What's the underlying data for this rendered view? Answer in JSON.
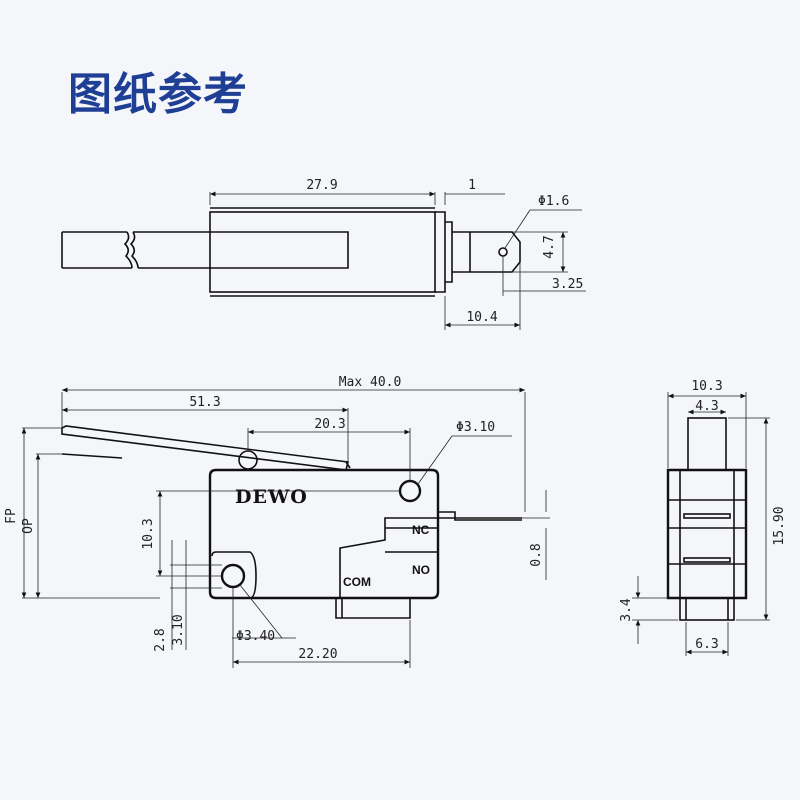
{
  "title": "图纸参考",
  "brand": "DEWO",
  "terminals": {
    "nc": "NC",
    "no": "NO",
    "com": "COM"
  },
  "top_view": {
    "dim_body_length": "27.9",
    "dim_gap": "1",
    "dim_hole_dia": "Φ1.6",
    "dim_tab_height": "4.7",
    "dim_tab_offset": "3.25",
    "dim_tab_length": "10.4"
  },
  "side_view": {
    "dim_max_length": "Max 40.0",
    "dim_lever_length": "51.3",
    "dim_hole_spacing_top": "20.3",
    "dim_top_hole_dia": "Φ3.10",
    "dim_vertical_hole": "10.3",
    "dim_fp": "FP",
    "dim_op": "OP",
    "dim_plunger": "0.8",
    "dim_28": "2.8",
    "dim_310": "3.10",
    "dim_bottom_hole_dia": "Φ3.40",
    "dim_hole_spacing_bottom": "22.20"
  },
  "end_view": {
    "dim_width": "10.3",
    "dim_plunger_width": "4.3",
    "dim_height": "15.90",
    "dim_terminal_height": "3.4",
    "dim_terminal_width": "6.3"
  }
}
